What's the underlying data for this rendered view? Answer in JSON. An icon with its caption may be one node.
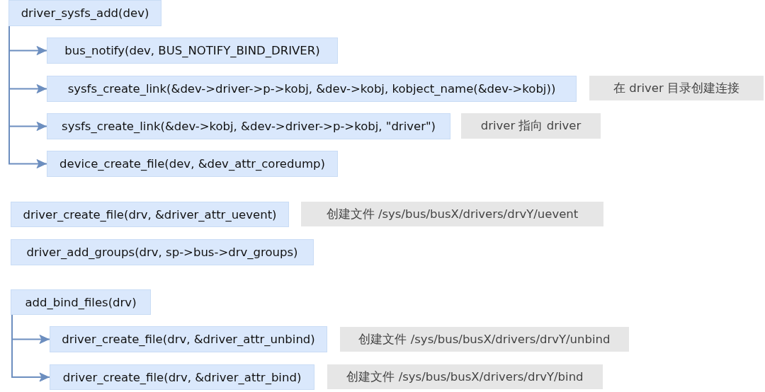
{
  "diagram": {
    "nodes": [
      {
        "text": [
          "driver_sysfs_add(dev)"
        ]
      },
      {
        "text": [
          "bus_notify(dev, BUS_NOTIFY_BIND_DRIVER)"
        ]
      },
      {
        "text": [
          "sysfs_create_link(&dev->driver->p->kobj, &dev->kobj, kobject_name(&dev->kobj))"
        ]
      },
      {
        "text": [
          "在 driver 目录创建连接"
        ]
      },
      {
        "text": [
          "sysfs_create_link(&dev->kobj, &dev->driver->p->kobj, \"driver\")"
        ]
      },
      {
        "text": [
          "driver 指向 driver"
        ]
      },
      {
        "text": [
          "device_create_file(dev, &dev_attr_coredump)"
        ]
      },
      {
        "text": [
          "driver_create_file(drv, &driver_attr_uevent)"
        ]
      },
      {
        "text": [
          "创建文件 /sys/bus/busX/drivers/drvY/uevent"
        ]
      },
      {
        "text": [
          "driver_add_groups(drv, sp->bus->drv_groups)"
        ]
      },
      {
        "text": [
          "add_bind_files(drv)"
        ]
      },
      {
        "text": [
          "driver_create_file(drv, &driver_attr_unbind)"
        ]
      },
      {
        "text": [
          "创建文件 /sys/bus/busX/drivers/drvY/unbind"
        ]
      },
      {
        "text": [
          "driver_create_file(drv, &driver_attr_bind)"
        ]
      },
      {
        "text": [
          "创建文件 /sys/bus/busX/drivers/drvY/bind"
        ]
      }
    ],
    "edges": [
      {
        "from": 0,
        "to": 1,
        "arrow": "to"
      },
      {
        "from": 0,
        "to": 2,
        "arrow": "to"
      },
      {
        "from": 0,
        "to": 4,
        "arrow": "to"
      },
      {
        "from": 0,
        "to": 6,
        "arrow": "to"
      },
      {
        "from": 10,
        "to": 11,
        "arrow": "to"
      },
      {
        "from": 10,
        "to": 13,
        "arrow": "to"
      }
    ]
  }
}
